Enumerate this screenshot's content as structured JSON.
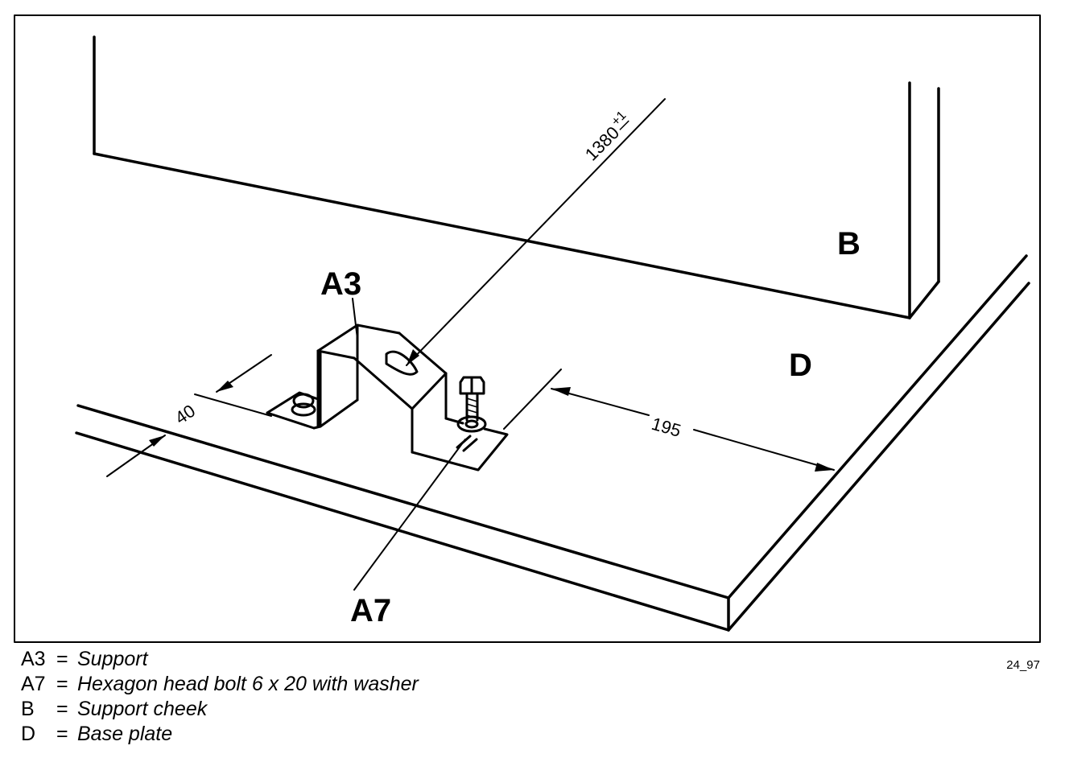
{
  "labels": {
    "a3": "A3",
    "a7": "A7",
    "b": "B",
    "d": "D"
  },
  "dimensions": {
    "distance_40": "40",
    "distance_195": "195",
    "distance_1380": "1380",
    "tolerance_1380": "+1"
  },
  "legend": [
    {
      "key": "A3",
      "eq": "=",
      "text": "Support"
    },
    {
      "key": "A7",
      "eq": "=",
      "text": "Hexagon head bolt 6 x 20 with washer"
    },
    {
      "key": "B",
      "eq": "=",
      "text": "Support cheek"
    },
    {
      "key": "D",
      "eq": "=",
      "text": "Base plate"
    }
  ],
  "figure_id": "24_97"
}
